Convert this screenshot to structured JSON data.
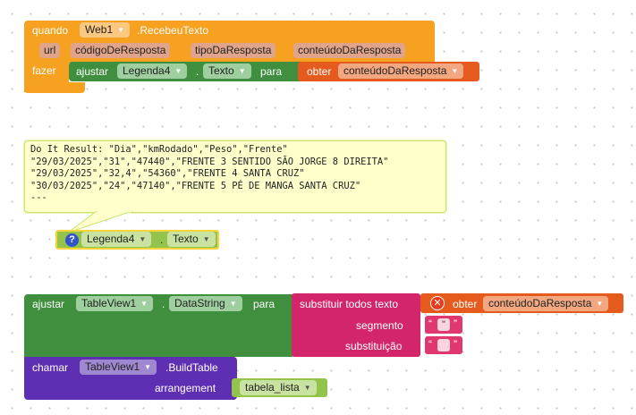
{
  "event_block": {
    "when_label": "quando",
    "component": "Web1",
    "event_name": ".RecebeuTexto",
    "params": [
      "url",
      "códigoDeResposta",
      "tipoDaResposta",
      "conteúdoDaResposta"
    ],
    "do_label": "fazer"
  },
  "set_block": {
    "set_label": "ajustar",
    "component": "Legenda4",
    "property": "Texto",
    "to_label": "para"
  },
  "get_block": {
    "get_label": "obter",
    "variable": "conteúdoDaResposta"
  },
  "comment": {
    "lines": [
      "Do It Result: \"Dia\",\"kmRodado\",\"Peso\",\"Frente\"",
      "\"29/03/2025\",\"31\",\"47440\",\"FRENTE 3 SENTIDO SÃO JORGE 8 DIREITA\"",
      "\"29/03/2025\",\"32,4\",\"54360\",\"FRENTE 4 SANTA CRUZ\"",
      "\"30/03/2025\",\"24\",\"47140\",\"FRENTE 5 PÉ DE MANGA SANTA CRUZ\"",
      "---"
    ]
  },
  "getter_block": {
    "help_icon_label": "?",
    "component": "Legenda4",
    "property": "Texto"
  },
  "tableview_set": {
    "set_label": "ajustar",
    "component": "TableView1",
    "property": "DataString",
    "to_label": "para"
  },
  "replace_block": {
    "label": "substituir todos texto",
    "segment_label": "segmento",
    "replacement_label": "substituição",
    "segment_quote_open": "“",
    "segment_value": "\"",
    "segment_quote_close": "”",
    "replacement_quote_open": "“",
    "replacement_value": "",
    "replacement_quote_close": "”"
  },
  "get_block2": {
    "get_label": "obter",
    "variable": "conteúdoDaResposta"
  },
  "call_block": {
    "call_label": "chamar",
    "component": "TableView1",
    "method": ".BuildTable",
    "arg_label": "arrangement",
    "arg_value": "tabela_lista"
  },
  "colors": {
    "event": "#f6a11f",
    "set_block": "#3f8f3f",
    "get_block": "#e55b1d",
    "comment_bg": "#ffffcc",
    "text_block": "#d3266a",
    "call_block": "#5e2eb3",
    "variable_block": "#93c34a"
  }
}
